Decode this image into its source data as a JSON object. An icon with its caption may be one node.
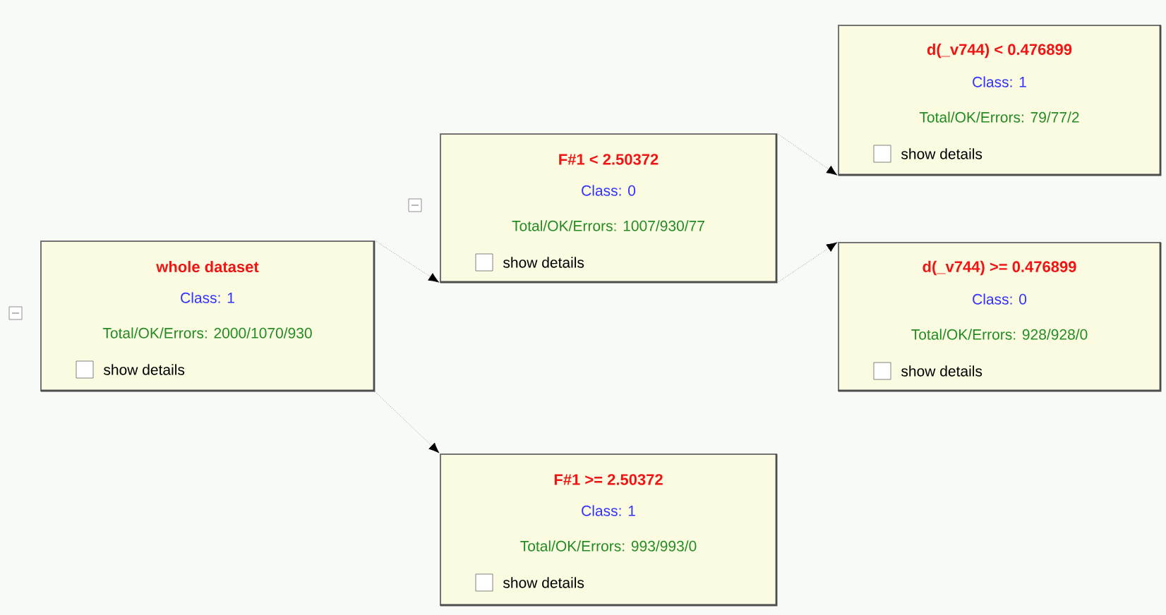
{
  "diagram": {
    "nodes": [
      {
        "text": [
          "whole dataset",
          "Class: 1",
          "Total/OK/Errors: 2000/1070/930",
          "show details"
        ]
      },
      {
        "text": [
          "F#1 < 2.50372",
          "Class: 0",
          "Total/OK/Errors: 1007/930/77",
          "show details"
        ]
      },
      {
        "text": [
          "d(_v744) < 0.476899",
          "Class: 1",
          "Total/OK/Errors: 79/77/2",
          "show details"
        ]
      },
      {
        "text": [
          "d(_v744) >= 0.476899",
          "Class: 0",
          "Total/OK/Errors: 928/928/0",
          "show details"
        ]
      },
      {
        "text": [
          "F#1 >= 2.50372",
          "Class: 1",
          "Total/OK/Errors: 993/993/0",
          "show details"
        ]
      }
    ],
    "edges": [
      {
        "from": 0,
        "to": 1,
        "arrow": "to"
      },
      {
        "from": 0,
        "to": 4,
        "arrow": "to"
      },
      {
        "from": 1,
        "to": 2,
        "arrow": "to"
      },
      {
        "from": 1,
        "to": 3,
        "arrow": "to"
      }
    ]
  }
}
